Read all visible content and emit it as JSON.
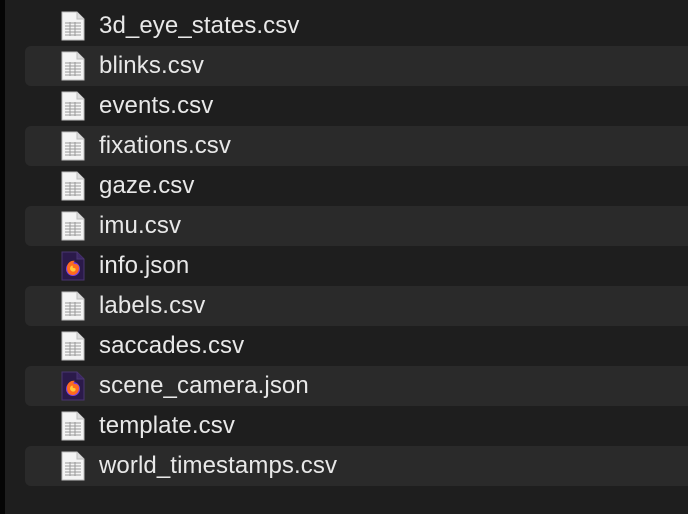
{
  "files": [
    {
      "name": "3d_eye_states.csv",
      "icon": "csv-file-icon"
    },
    {
      "name": "blinks.csv",
      "icon": "csv-file-icon"
    },
    {
      "name": "events.csv",
      "icon": "csv-file-icon"
    },
    {
      "name": "fixations.csv",
      "icon": "csv-file-icon"
    },
    {
      "name": "gaze.csv",
      "icon": "csv-file-icon"
    },
    {
      "name": "imu.csv",
      "icon": "csv-file-icon"
    },
    {
      "name": "info.json",
      "icon": "firefox-json-file-icon"
    },
    {
      "name": "labels.csv",
      "icon": "csv-file-icon"
    },
    {
      "name": "saccades.csv",
      "icon": "csv-file-icon"
    },
    {
      "name": "scene_camera.json",
      "icon": "firefox-json-file-icon"
    },
    {
      "name": "template.csv",
      "icon": "csv-file-icon"
    },
    {
      "name": "world_timestamps.csv",
      "icon": "csv-file-icon"
    }
  ],
  "colors": {
    "background": "#1e1e1e",
    "alt_row": "#2a2a2a",
    "text": "#e8e8e8"
  }
}
